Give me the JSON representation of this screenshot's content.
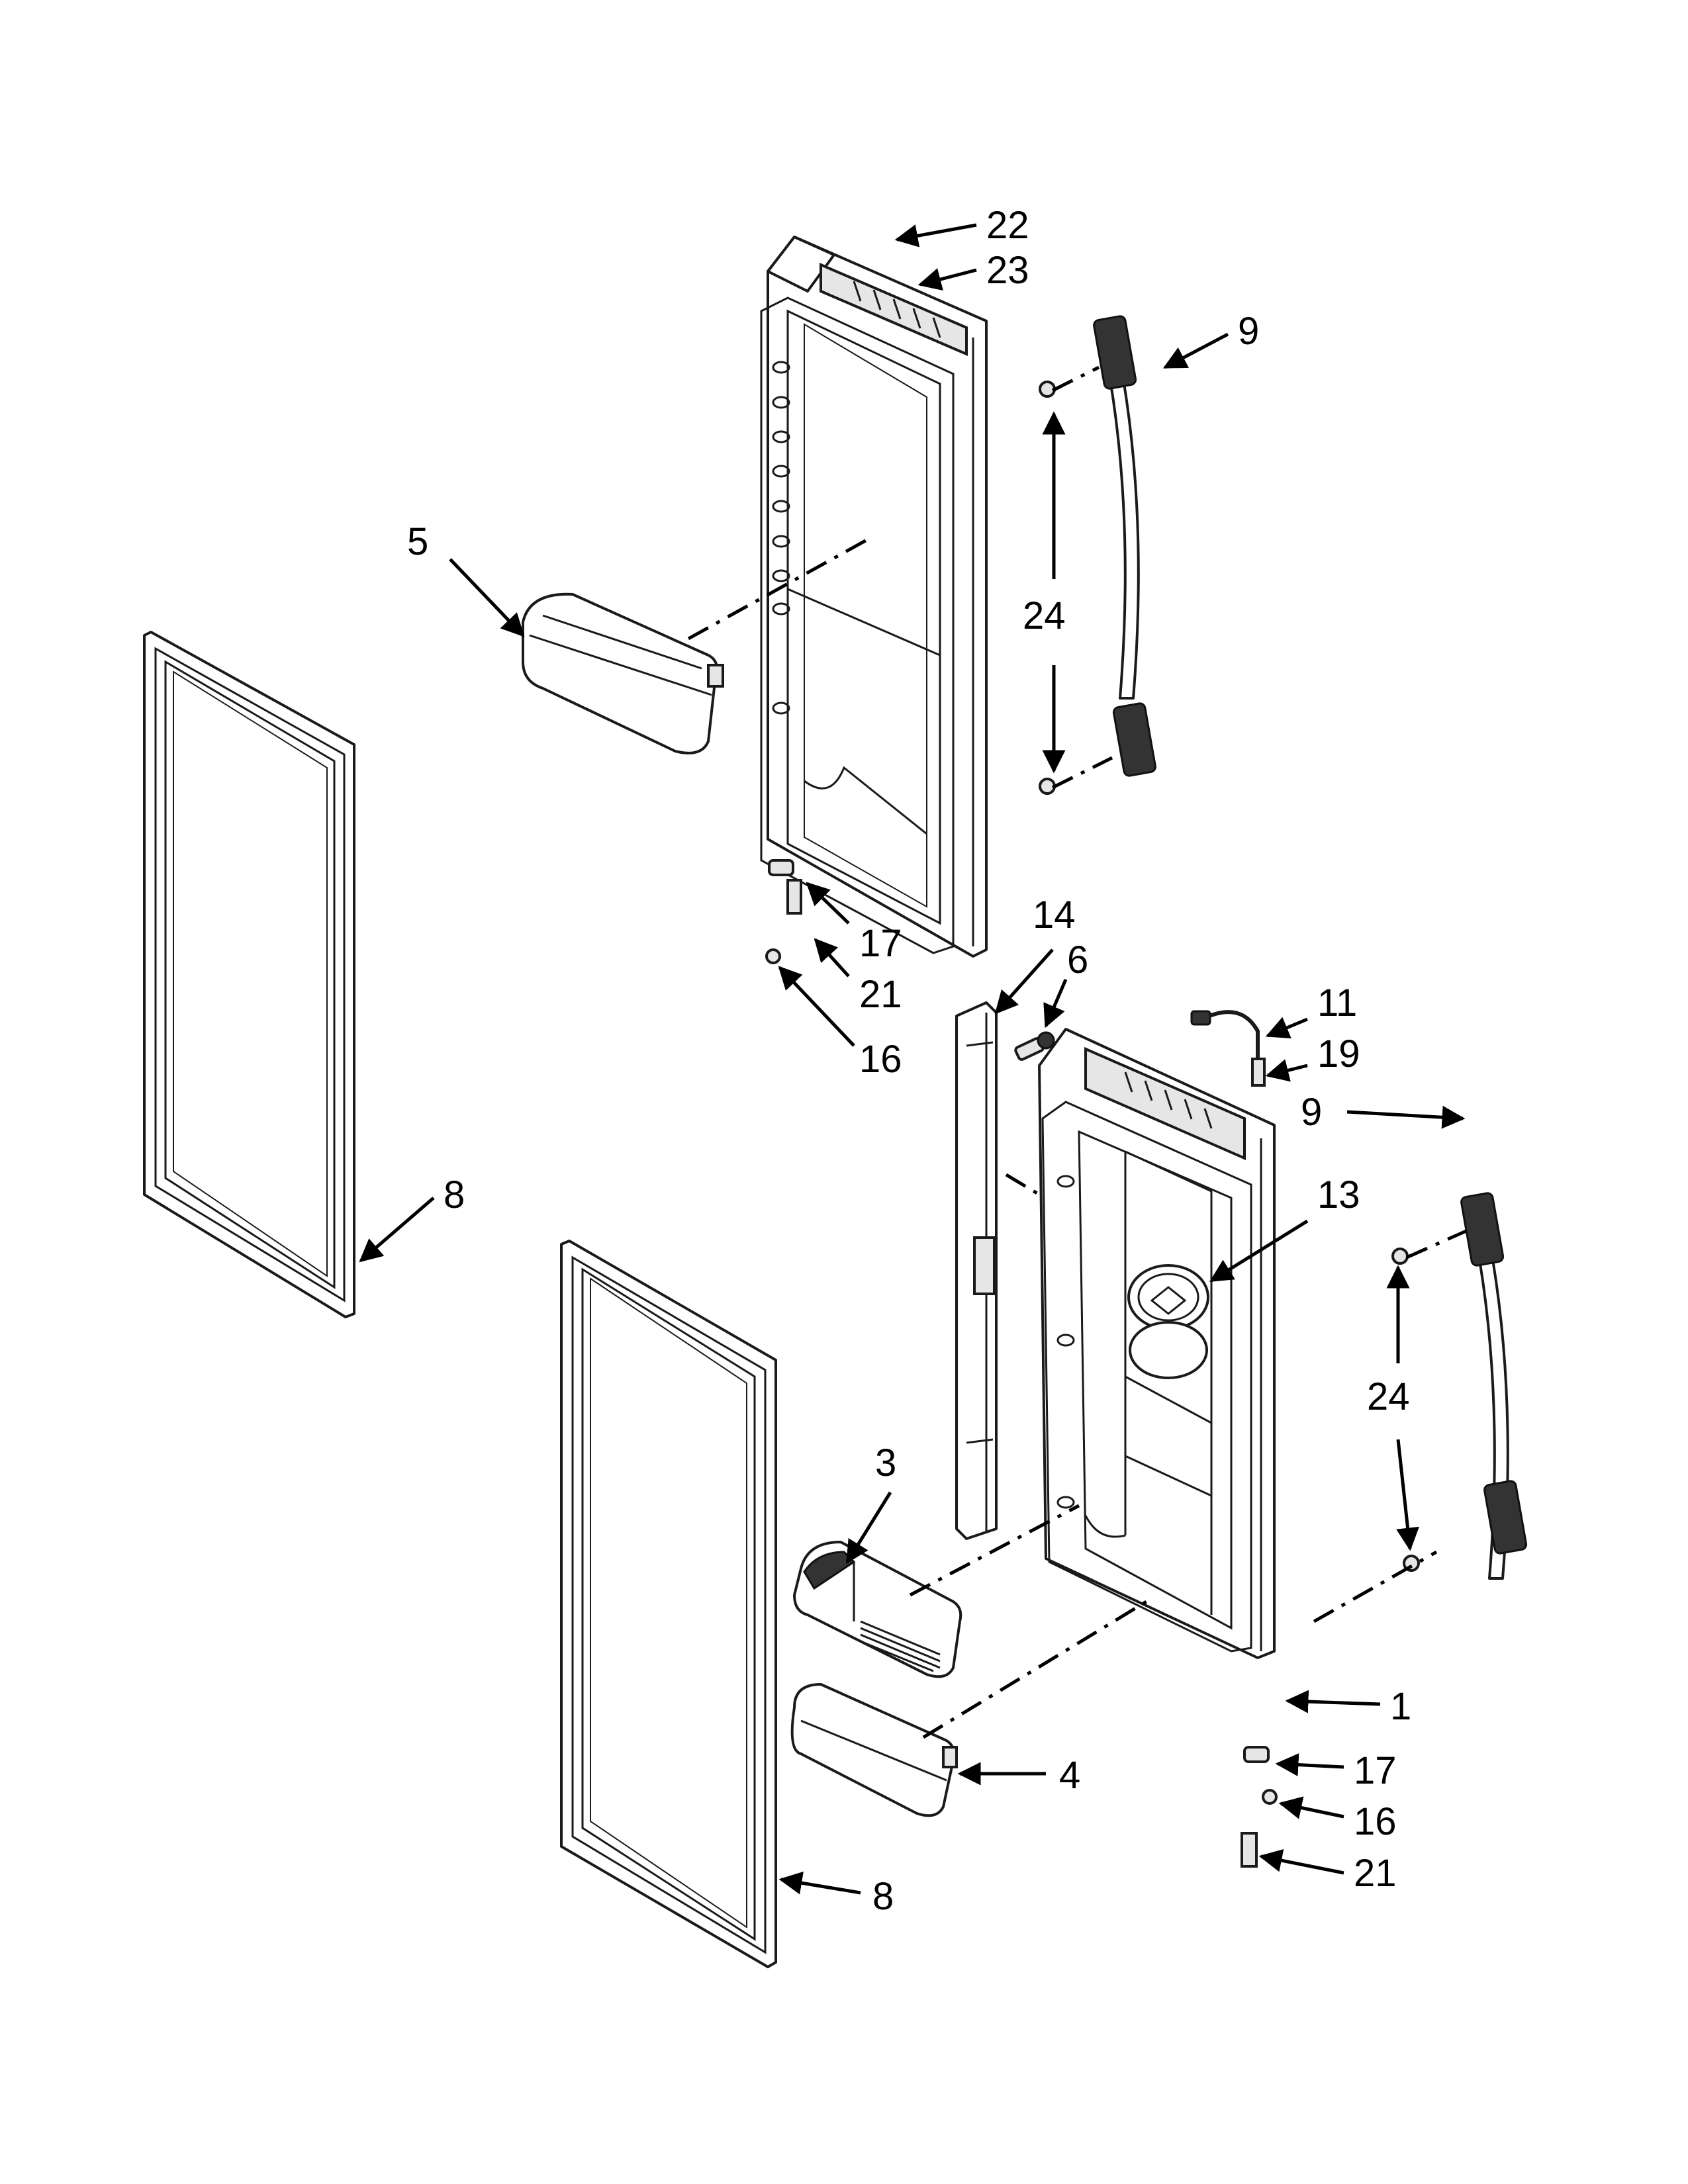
{
  "callouts": {
    "c1": "1",
    "c3": "3",
    "c4": "4",
    "c5": "5",
    "c6": "6",
    "c8a": "8",
    "c8b": "8",
    "c9a": "9",
    "c9b": "9",
    "c11": "11",
    "c13": "13",
    "c14": "14",
    "c16a": "16",
    "c16b": "16",
    "c17a": "17",
    "c17b": "17",
    "c19": "19",
    "c21a": "21",
    "c21b": "21",
    "c22": "22",
    "c23": "23",
    "c24a": "24",
    "c24b": "24"
  }
}
